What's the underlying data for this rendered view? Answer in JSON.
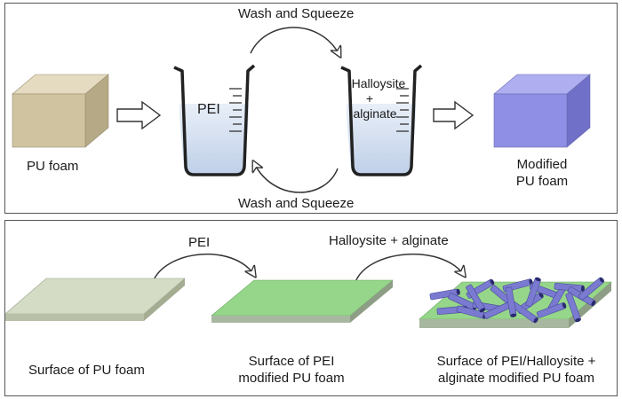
{
  "top_panel": {
    "wash_top": "Wash and Squeeze",
    "wash_bottom": "Wash and Squeeze",
    "input_label": "PU foam",
    "beaker1_label": "PEI",
    "beaker2_line1": "Halloysite",
    "beaker2_line2": "+",
    "beaker2_line3": "alginate",
    "output_label_line1": "Modified",
    "output_label_line2": "PU foam"
  },
  "bottom_panel": {
    "arrow1_label": "PEI",
    "arrow2_label": "Halloysite + alginate",
    "surface1_label": "Surface of PU foam",
    "surface2_line1": "Surface of PEI",
    "surface2_line2": "modified PU foam",
    "surface3_line1": "Surface of PEI/Halloysite +",
    "surface3_line2": "alginate modified PU foam"
  },
  "colors": {
    "pu_foam": "#d4c9a8",
    "modified_foam": "#8f8fe6",
    "pei_surface": "#96d68a",
    "pu_surface": "#d5dcc6",
    "halloysite_tube": "#7a7ad0",
    "liquid": "#c3d3ea"
  }
}
